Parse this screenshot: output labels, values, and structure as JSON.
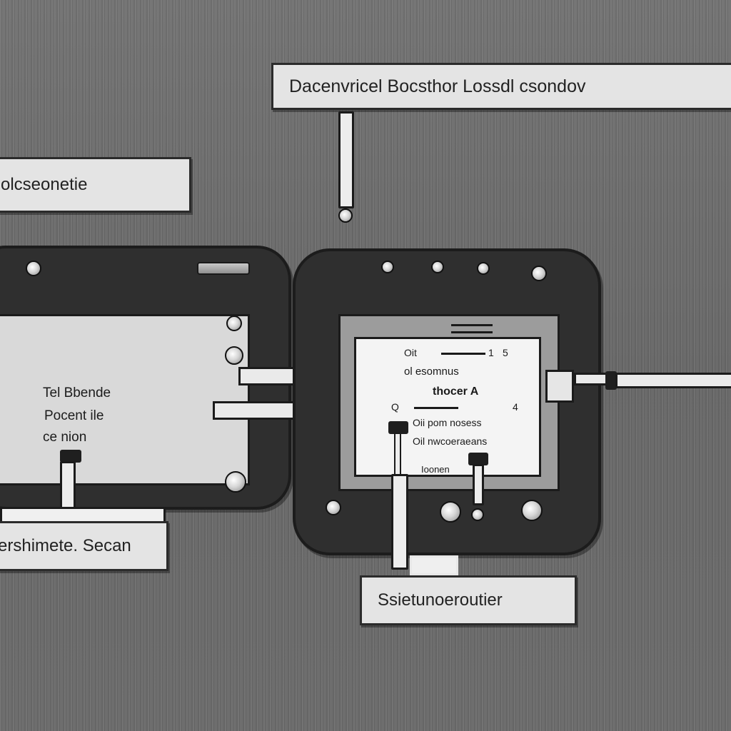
{
  "labels": {
    "top": "Dacenvricel Bocsthor Lossdl csondov",
    "top_left": "olcseonetie",
    "bottom_left": "ershimete. Secan",
    "bottom_center": "Ssietunoeroutier"
  },
  "left_panel": {
    "lines": [
      "Tel Bbende",
      "Pocent ile",
      "ce nion"
    ]
  },
  "right_screen": {
    "lines": [
      "Oit",
      "ol esomnus",
      "thocer A",
      "Q",
      "Oii pom nosess",
      "Oil nwcoeraeans",
      "Ioonen"
    ],
    "numbers": [
      "1",
      "5",
      "4"
    ]
  }
}
